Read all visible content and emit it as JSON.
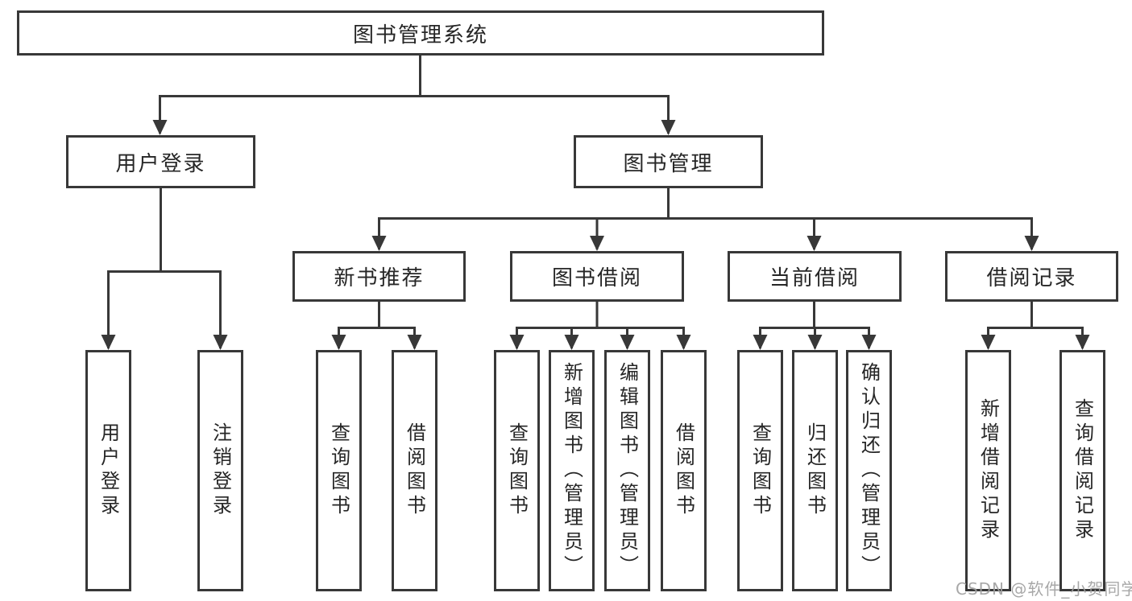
{
  "diagram": {
    "type": "hierarchy-tree",
    "root": {
      "label": "图书管理系统"
    },
    "level2": [
      {
        "label": "用户登录"
      },
      {
        "label": "图书管理"
      }
    ],
    "level3": [
      {
        "label": "新书推荐",
        "parent": "图书管理"
      },
      {
        "label": "图书借阅",
        "parent": "图书管理"
      },
      {
        "label": "当前借阅",
        "parent": "图书管理"
      },
      {
        "label": "借阅记录",
        "parent": "图书管理"
      }
    ],
    "leaves": [
      {
        "label": "用户登录",
        "parent": "用户登录"
      },
      {
        "label": "注销登录",
        "parent": "用户登录"
      },
      {
        "label": "查询图书",
        "parent": "新书推荐"
      },
      {
        "label": "借阅图书",
        "parent": "新书推荐"
      },
      {
        "label": "查询图书",
        "parent": "图书借阅"
      },
      {
        "label": "新增图书（管理员）",
        "parent": "图书借阅"
      },
      {
        "label": "编辑图书（管理员）",
        "parent": "图书借阅"
      },
      {
        "label": "借阅图书",
        "parent": "图书借阅"
      },
      {
        "label": "查询图书",
        "parent": "当前借阅"
      },
      {
        "label": "归还图书",
        "parent": "当前借阅"
      },
      {
        "label": "确认归还（管理员）",
        "parent": "当前借阅"
      },
      {
        "label": "新增借阅记录",
        "parent": "借阅记录"
      },
      {
        "label": "查询借阅记录",
        "parent": "借阅记录"
      }
    ]
  },
  "watermark": "CSDN @软件_小贺同学",
  "colors": {
    "line": "#383838",
    "text": "#262626",
    "background": "#ffffff",
    "watermark": "#9e9e9e"
  }
}
